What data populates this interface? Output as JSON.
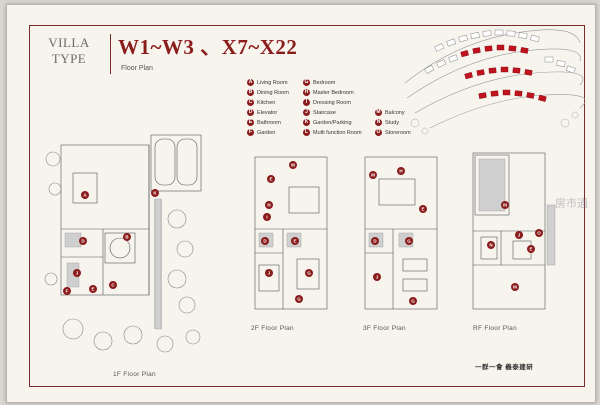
{
  "header": {
    "villa_line1": "VILLA",
    "villa_line2": "TYPE",
    "title": "W1~W3 、X7~X22",
    "subtitle": "Floor Plan"
  },
  "legend": {
    "items": [
      {
        "key": "A",
        "label": "Living Room"
      },
      {
        "key": "B",
        "label": "Dining Room"
      },
      {
        "key": "C",
        "label": "Kitchen"
      },
      {
        "key": "D",
        "label": "Elevator"
      },
      {
        "key": "E",
        "label": "Bathroom"
      },
      {
        "key": "F",
        "label": "Garden"
      },
      {
        "key": "G",
        "label": "Bedroom"
      },
      {
        "key": "H",
        "label": "Master Bedroom"
      },
      {
        "key": "I",
        "label": "Dressing Room"
      },
      {
        "key": "J",
        "label": "Staircase"
      },
      {
        "key": "K",
        "label": "Garden/Parking"
      },
      {
        "key": "L",
        "label": "Multi function Room"
      },
      {
        "key": "M",
        "label": "Balcony"
      },
      {
        "key": "N",
        "label": "Study"
      },
      {
        "key": "O",
        "label": "Storeroom"
      }
    ]
  },
  "plans": {
    "f1": "1F  Floor Plan",
    "f2": "2F  Floor Plan",
    "f3": "3F  Floor Plan",
    "rf": "RF  Floor Plan"
  },
  "brand": "一群一會  義泰建研",
  "watermark": "房市通",
  "colors": {
    "accent": "#8b1c1c",
    "frame": "#7a2a2a",
    "paper": "#f7f4ee"
  }
}
